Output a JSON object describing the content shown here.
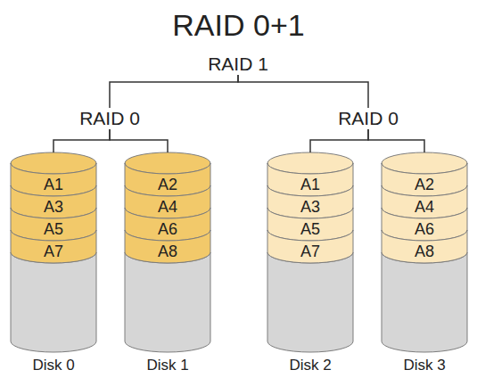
{
  "diagram": {
    "title": "RAID 0+1",
    "nodes": [
      {
        "text": [
          "RAID 1"
        ]
      },
      {
        "text": [
          "RAID 0"
        ]
      },
      {
        "text": [
          "Disk 0"
        ]
      },
      {
        "text": [
          "A1"
        ],
        "in": 2
      },
      {
        "text": [
          "A3"
        ],
        "in": 2
      },
      {
        "text": [
          "A5"
        ],
        "in": 2
      },
      {
        "text": [
          "A7"
        ],
        "in": 2
      },
      {
        "text": [
          "Disk 1"
        ]
      },
      {
        "text": [
          "A2"
        ],
        "in": 7
      },
      {
        "text": [
          "A4"
        ],
        "in": 7
      },
      {
        "text": [
          "A6"
        ],
        "in": 7
      },
      {
        "text": [
          "A8"
        ],
        "in": 7
      },
      {
        "text": [
          "RAID 0"
        ]
      },
      {
        "text": [
          "Disk 2"
        ]
      },
      {
        "text": [
          "A1"
        ],
        "in": 13
      },
      {
        "text": [
          "A3"
        ],
        "in": 13
      },
      {
        "text": [
          "A5"
        ],
        "in": 13
      },
      {
        "text": [
          "A7"
        ],
        "in": 13
      },
      {
        "text": [
          "Disk 3"
        ]
      },
      {
        "text": [
          "A2"
        ],
        "in": 18
      },
      {
        "text": [
          "A4"
        ],
        "in": 18
      },
      {
        "text": [
          "A6"
        ],
        "in": 18
      },
      {
        "text": [
          "A8"
        ],
        "in": 18
      }
    ],
    "edges": [
      {
        "from": 0,
        "to": 1,
        "arrow": "none"
      },
      {
        "from": 0,
        "to": 12,
        "arrow": "none"
      },
      {
        "from": 1,
        "to": 2,
        "arrow": "none"
      },
      {
        "from": 1,
        "to": 7,
        "arrow": "none"
      },
      {
        "from": 12,
        "to": 13,
        "arrow": "none"
      },
      {
        "from": 12,
        "to": 18,
        "arrow": "none"
      }
    ]
  }
}
